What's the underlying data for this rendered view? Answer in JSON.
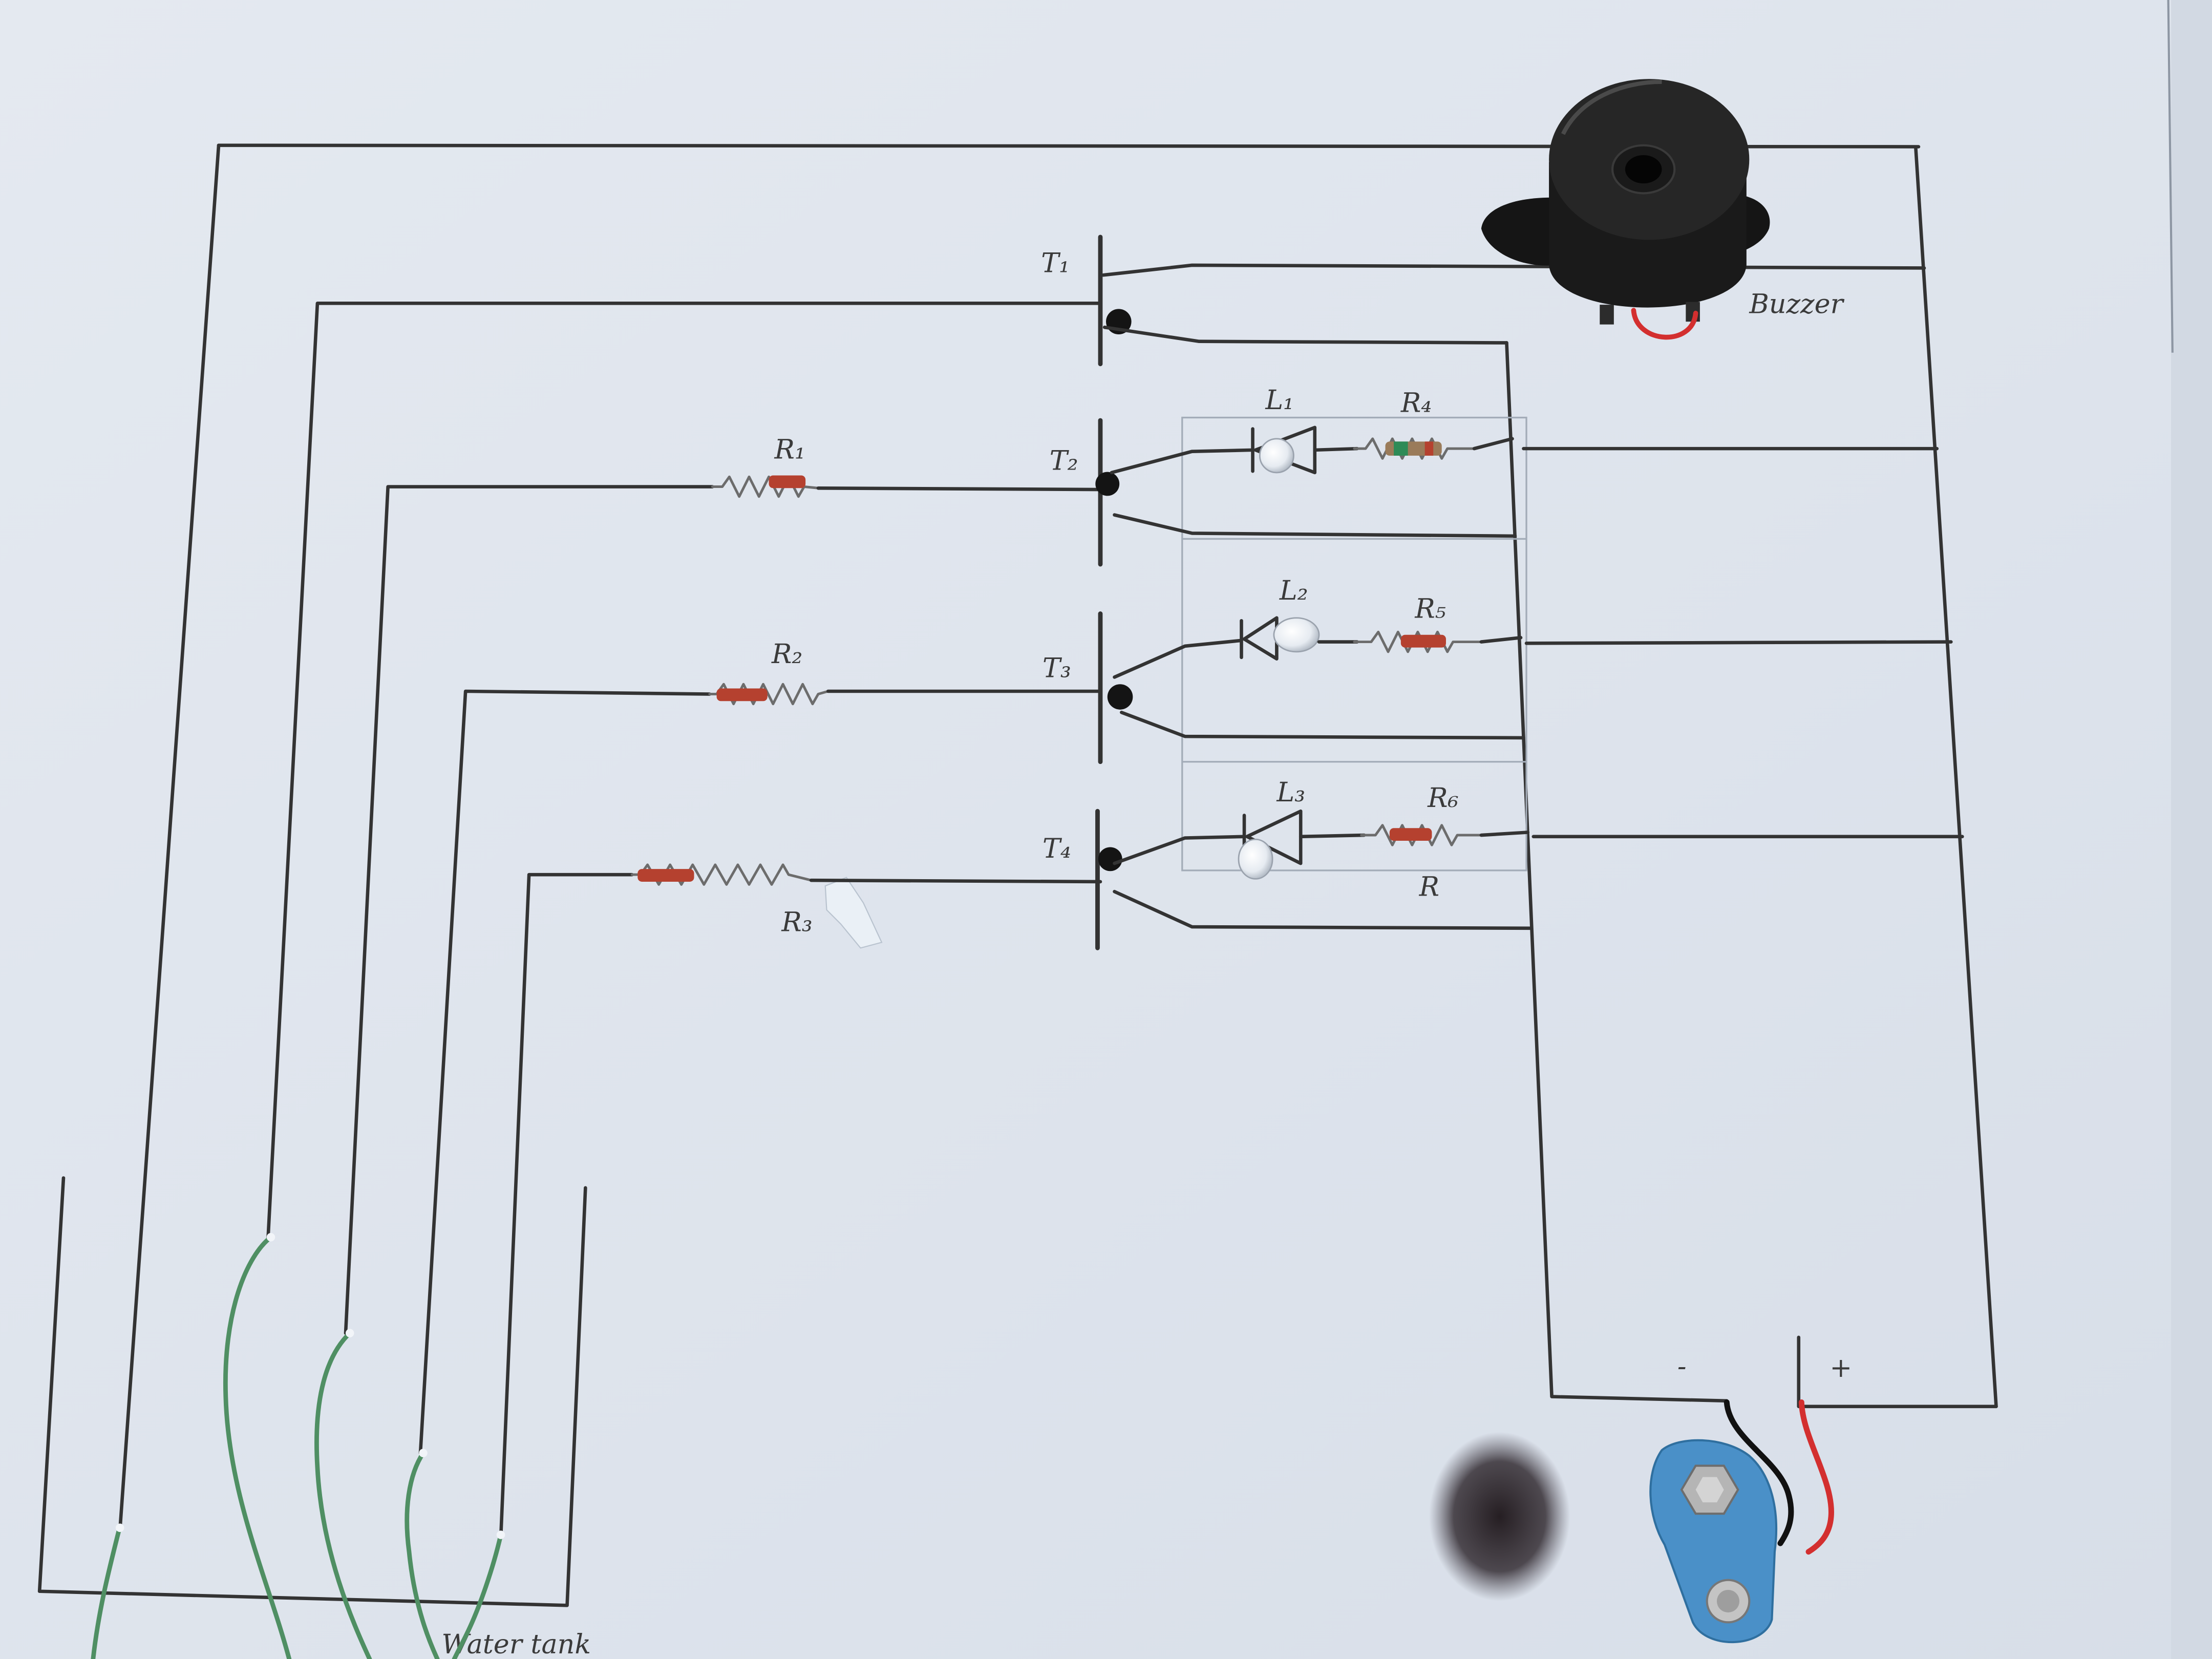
{
  "transistors": [
    {
      "label": "T₁"
    },
    {
      "label": "T₂"
    },
    {
      "label": "T₃"
    },
    {
      "label": "T₄"
    }
  ],
  "resistors": [
    {
      "label": "R₁"
    },
    {
      "label": "R₂"
    },
    {
      "label": "R₃"
    },
    {
      "label": "R₄"
    },
    {
      "label": "R₅"
    },
    {
      "label": "R₆"
    }
  ],
  "leds": [
    {
      "label": "L₁"
    },
    {
      "label": "L₂"
    },
    {
      "label": "L₃"
    }
  ],
  "buzzer": {
    "label": "Buzzer"
  },
  "extra_label": "R",
  "battery": {
    "negative_label": "-",
    "positive_label": "+"
  },
  "water_tank": {
    "label": "Water tank"
  },
  "colors": {
    "paper": "#dfe5ee",
    "ink": "#333333",
    "probe_wire": "#4f8f63",
    "resistor_body": "#b5412f",
    "battery_clip": "#4a90c8",
    "buzzer": "#1a1a1a",
    "positive_wire": "#d32f2f",
    "negative_wire": "#111111"
  }
}
